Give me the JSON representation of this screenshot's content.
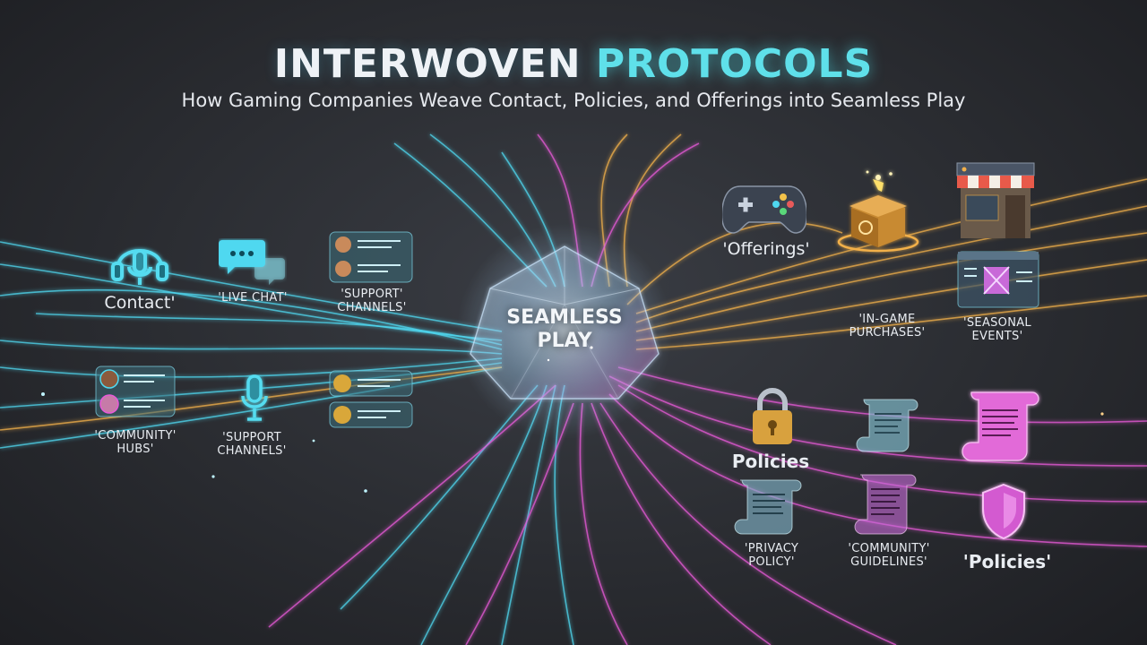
{
  "header": {
    "title_main": "INTERWOVEN",
    "title_accent": "PROTOCOLS",
    "subtitle": "How Gaming Companies Weave Contact, Policies, and Offerings into Seamless Play"
  },
  "center": {
    "line1": "SEAMLESS",
    "line2": "PLAY"
  },
  "contact": {
    "heading": "Contact'",
    "live_chat": "'LIVE CHAT'",
    "support_channels_top_1": "'SUPPORT'",
    "support_channels_top_2": "CHANNELS'",
    "community_hubs_1": "'COMMUNITY'",
    "community_hubs_2": "HUBS'",
    "support_channels_bottom_1": "'SUPPORT",
    "support_channels_bottom_2": "CHANNELS'"
  },
  "offerings": {
    "heading": "'Offerings'",
    "in_game_1": "'IN-GAME",
    "in_game_2": "PURCHASES'",
    "seasonal_1": "'SEASONAL",
    "seasonal_2": "EVENTS'"
  },
  "policies": {
    "heading": "Policies",
    "heading_quoted": "'Policies'",
    "privacy_1": "'PRIVACY",
    "privacy_2": "POLICY'",
    "guidelines_1": "'COMMUNITY'",
    "guidelines_2": "GUIDELINES'"
  },
  "colors": {
    "contact": "#4fd8f0",
    "offerings": "#f2b04a",
    "policies": "#e85ad8",
    "title_accent": "#5fe0ea"
  },
  "icons": [
    "headset-icon",
    "chat-bubbles-icon",
    "profile-card-icon",
    "microphone-icon",
    "gamepad-icon",
    "gift-box-icon",
    "storefront-icon",
    "event-screen-icon",
    "padlock-icon",
    "scroll-icon",
    "shield-icon"
  ]
}
